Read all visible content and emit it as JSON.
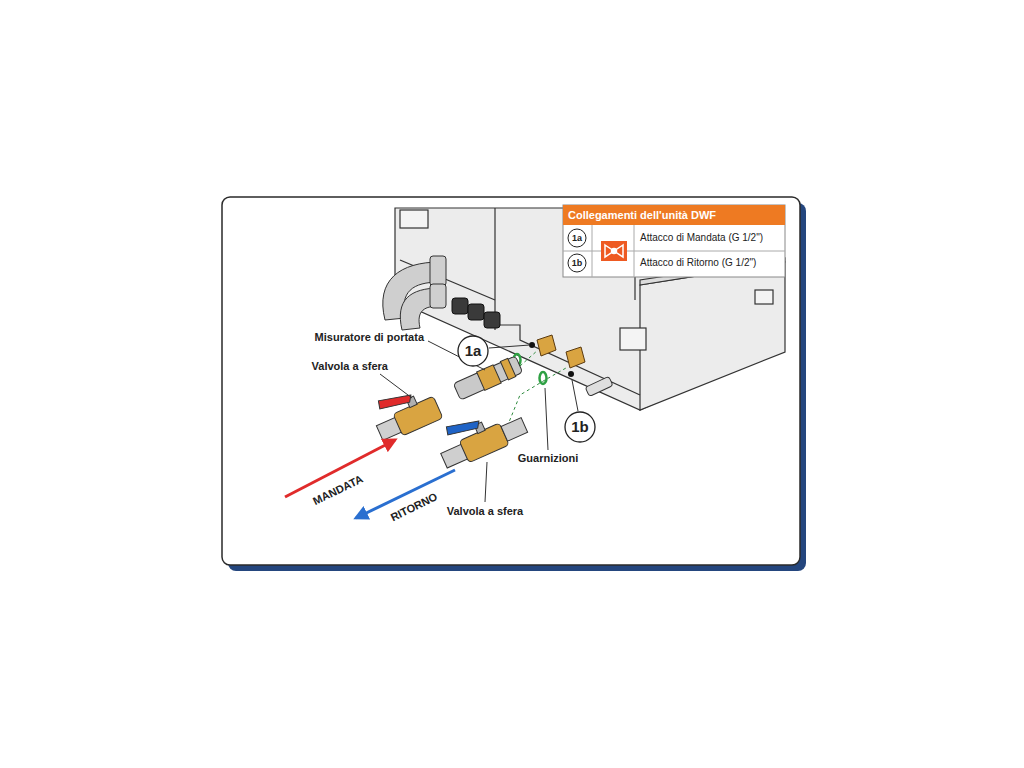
{
  "diagram": {
    "labels": [
      "Collegamenti dell'unità DWF",
      "1a",
      "Attacco di Mandata (G 1/2\")",
      "1b",
      "Attacco di Ritorno (G 1/2\")",
      "Misuratore di portata",
      "Valvola a sfera",
      "1a",
      "MANDATA",
      "RITORNO",
      "Valvola a sfera",
      "Guarnizioni",
      "1b"
    ]
  }
}
